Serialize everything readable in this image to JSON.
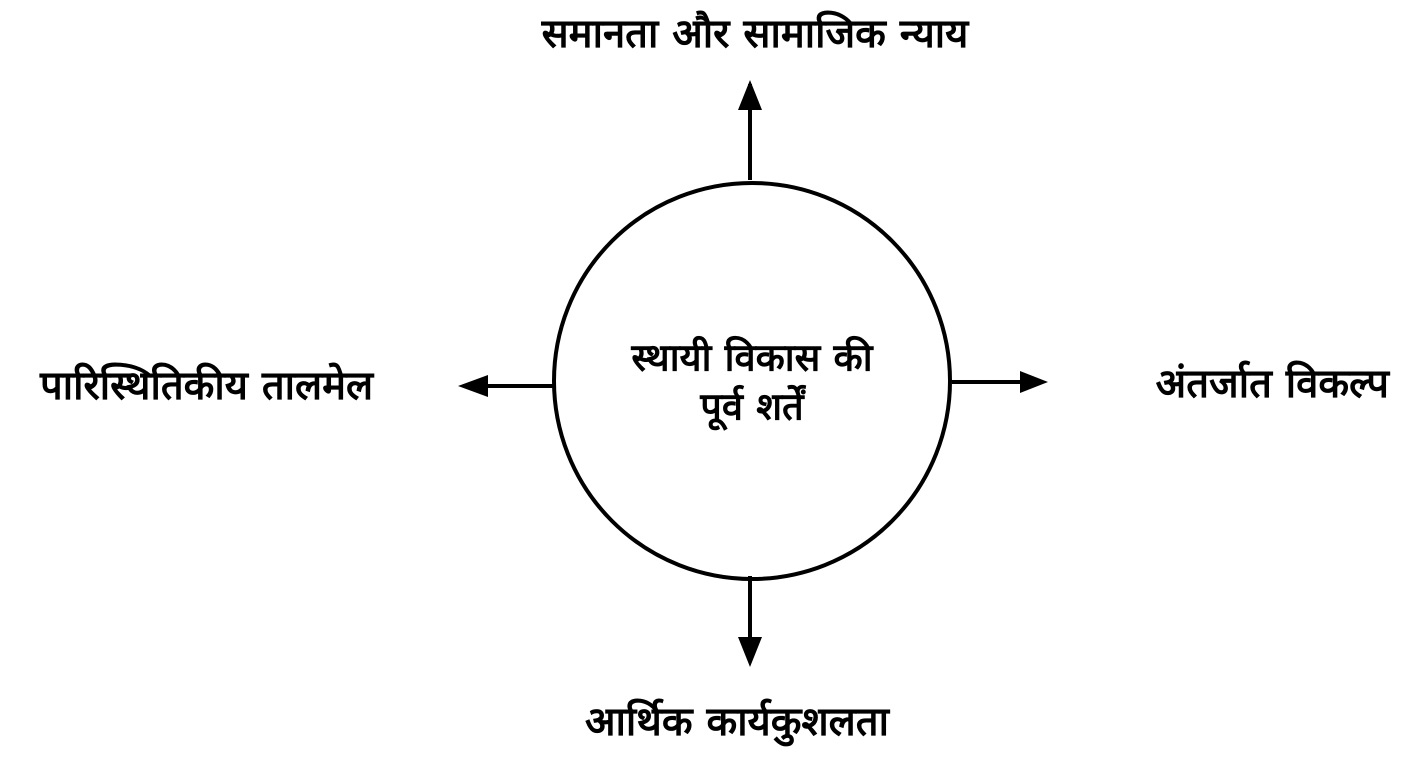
{
  "center": {
    "line1": "स्थायी विकास की",
    "line2": "पूर्व शर्तें"
  },
  "labels": {
    "top": "समानता और सामाजिक न्याय",
    "right": "अंतर्जात विकल्प",
    "bottom": "आर्थिक कार्यकुशलता",
    "left": "पारिस्थितिकीय तालमेल"
  },
  "colors": {
    "stroke": "#000000",
    "background": "#ffffff"
  }
}
